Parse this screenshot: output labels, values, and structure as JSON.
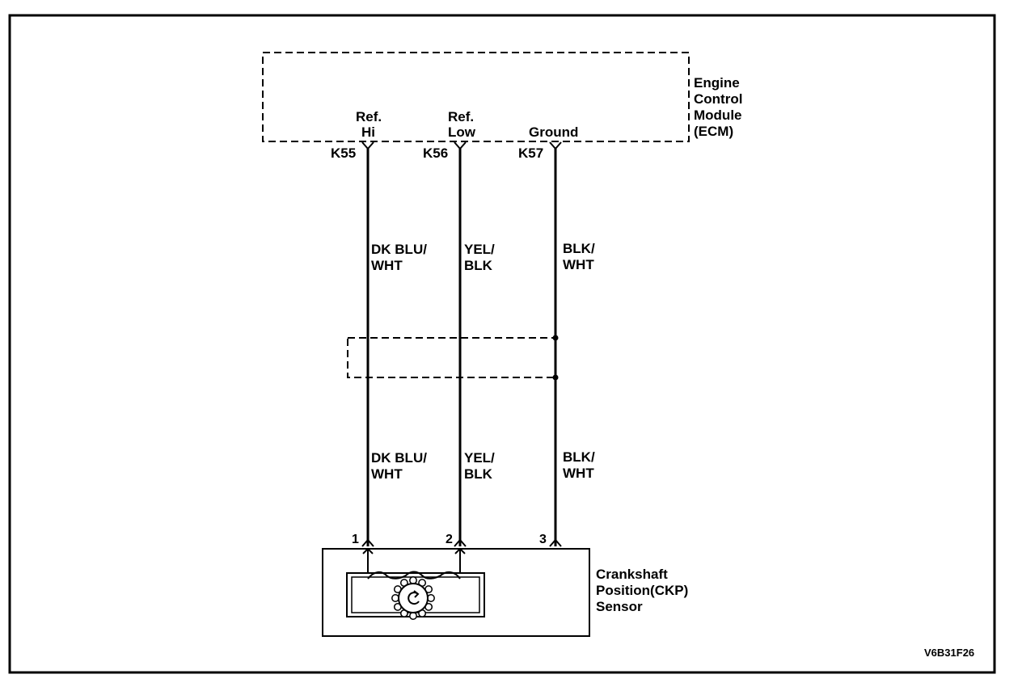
{
  "ecm": {
    "name_lines": [
      "Engine",
      "Control",
      "Module",
      "(ECM)"
    ],
    "terminals": [
      {
        "pin": "K55",
        "label_lines": [
          "Ref.",
          "Hi"
        ]
      },
      {
        "pin": "K56",
        "label_lines": [
          "Ref.",
          "Low"
        ]
      },
      {
        "pin": "K57",
        "label_lines": [
          "Ground"
        ]
      }
    ]
  },
  "wires": {
    "upper": [
      {
        "line1": "DK BLU/",
        "line2": "WHT"
      },
      {
        "line1": "YEL/",
        "line2": "BLK"
      },
      {
        "line1": "BLK/",
        "line2": "WHT"
      }
    ],
    "lower": [
      {
        "line1": "DK BLU/",
        "line2": "WHT"
      },
      {
        "line1": "YEL/",
        "line2": "BLK"
      },
      {
        "line1": "BLK/",
        "line2": "WHT"
      }
    ]
  },
  "sensor": {
    "name_lines": [
      "Crankshaft",
      "Position(CKP)",
      "Sensor"
    ],
    "pins": [
      "1",
      "2",
      "3"
    ]
  },
  "figure_code": "V6B31F26"
}
